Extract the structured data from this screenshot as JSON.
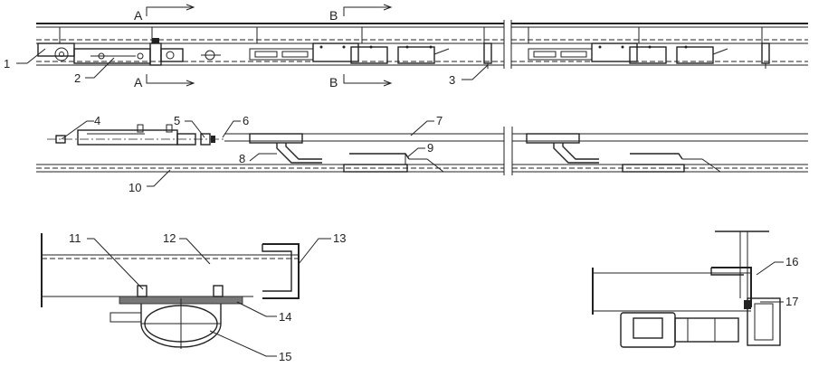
{
  "section_marks": [
    "A",
    "B",
    "A",
    "B"
  ],
  "labels": [
    "1",
    "2",
    "3",
    "4",
    "5",
    "6",
    "7",
    "8",
    "9",
    "10",
    "11",
    "12",
    "13",
    "14",
    "15",
    "16",
    "17"
  ]
}
